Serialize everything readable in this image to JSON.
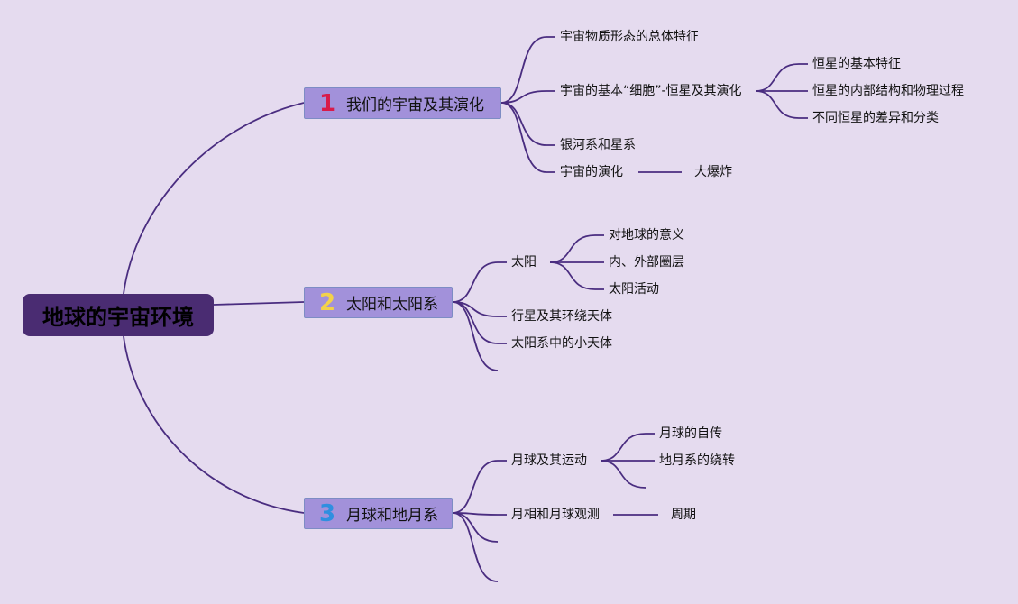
{
  "root": {
    "label": "地球的宇宙环境"
  },
  "colors": {
    "background": "#e5dbef",
    "line": "#4a2d80",
    "root_fill": "#4a2c72",
    "main_fill": "#a291da",
    "num_1": "#d81b4a",
    "num_2": "#f2d24a",
    "num_3": "#2f8fe0"
  },
  "branches": [
    {
      "num": "1",
      "label": "我们的宇宙及其演化",
      "children": [
        {
          "label": "宇宙物质形态的总体特征"
        },
        {
          "label": "宇宙的基本“细胞”-恒星及其演化",
          "children": [
            {
              "label": "恒星的基本特征"
            },
            {
              "label": "恒星的内部结构和物理过程"
            },
            {
              "label": "不同恒星的差异和分类"
            }
          ]
        },
        {
          "label": "银河系和星系"
        },
        {
          "label": "宇宙的演化",
          "children": [
            {
              "label": "大爆炸"
            }
          ]
        }
      ]
    },
    {
      "num": "2",
      "label": "太阳和太阳系",
      "children": [
        {
          "label": "太阳",
          "children": [
            {
              "label": "对地球的意义"
            },
            {
              "label": "内、外部圈层"
            },
            {
              "label": "太阳活动"
            }
          ]
        },
        {
          "label": "行星及其环绕天体"
        },
        {
          "label": "太阳系中的小天体"
        },
        {
          "label": ""
        }
      ]
    },
    {
      "num": "3",
      "label": "月球和地月系",
      "children": [
        {
          "label": "月球及其运动",
          "children": [
            {
              "label": "月球的自传"
            },
            {
              "label": "地月系的绕转"
            },
            {
              "label": ""
            }
          ]
        },
        {
          "label": "月相和月球观测",
          "children": [
            {
              "label": "周期"
            }
          ]
        },
        {
          "label": ""
        },
        {
          "label": ""
        }
      ]
    }
  ]
}
